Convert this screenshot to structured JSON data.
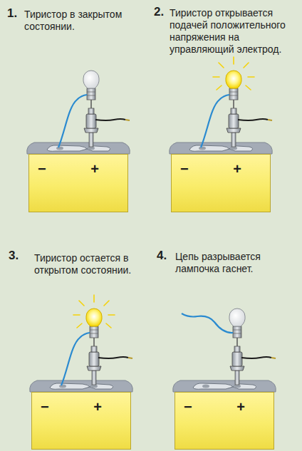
{
  "diagram": {
    "nodes": [
      {
        "text": [
          "−",
          "+"
        ]
      },
      {
        "text": [
          "−",
          "+"
        ]
      },
      {
        "text": [
          "−",
          "+"
        ]
      },
      {
        "text": [
          "−",
          "+"
        ]
      }
    ],
    "labels": [
      "1.",
      "Тиристор в закрытом состоянии.",
      "2.",
      "Тиристор открывается подачей положительного напряжения на управляющий электрод.",
      "3.",
      "Тиристор остается в открытом состоянии.",
      "4.",
      "Цепь разрывается лампочка гаснет."
    ]
  }
}
